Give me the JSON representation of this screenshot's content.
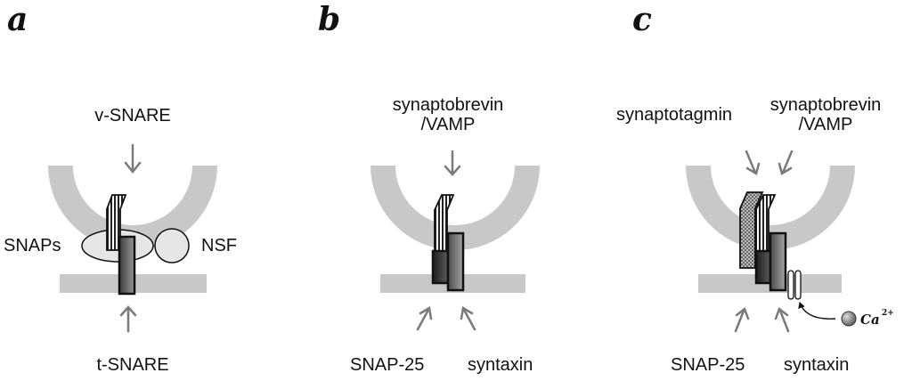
{
  "panels": [
    {
      "letter": "a",
      "labels": {
        "top": "v-SNARE",
        "left": "SNAPs",
        "right": "NSF",
        "bottom": "t-SNARE"
      }
    },
    {
      "letter": "b",
      "labels": {
        "top_line1": "synaptobrevin",
        "top_line2": "/VAMP",
        "bottom_left": "SNAP-25",
        "bottom_right": "syntaxin"
      }
    },
    {
      "letter": "c",
      "labels": {
        "top_left": "synaptotagmin",
        "top_right_line1": "synaptobrevin",
        "top_right_line2": "/VAMP",
        "bottom_left": "SNAP-25",
        "bottom_right": "syntaxin",
        "ion": "Ca",
        "ion_charge": "2+"
      }
    }
  ],
  "colors": {
    "membrane": "#c8c8c8",
    "arrow": "#7a7a7a",
    "protein_stroke": "#111111",
    "snaps_fill": "#e6e6e6",
    "ion_fill": "#888888"
  }
}
